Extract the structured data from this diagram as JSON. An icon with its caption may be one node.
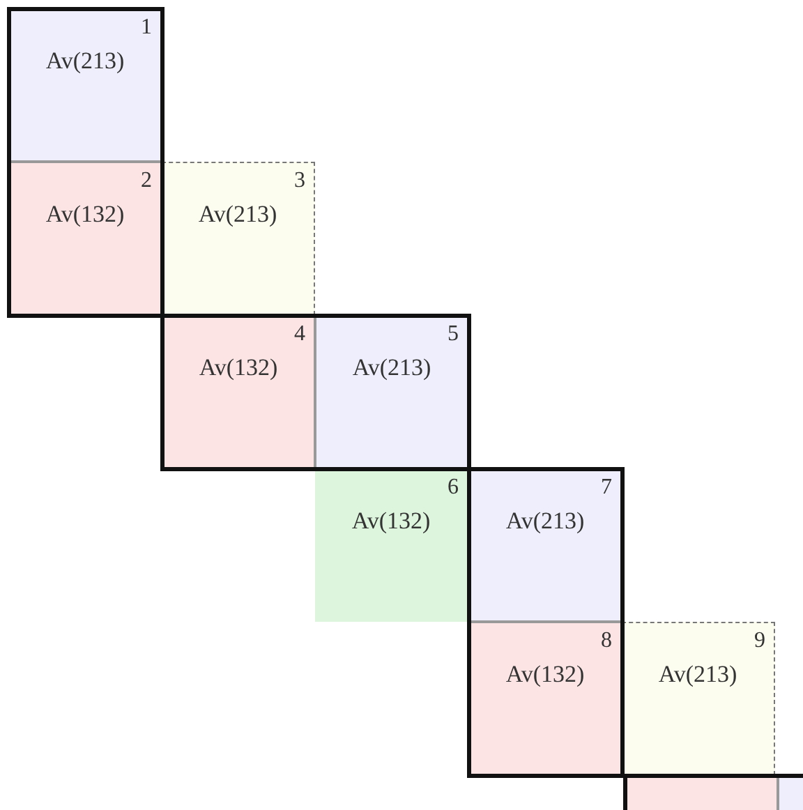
{
  "diagram": {
    "nodes": [
      {
        "text": [
          "1",
          "Av(213)"
        ]
      },
      {
        "text": [
          "2",
          "Av(132)"
        ]
      },
      {
        "text": [
          "3",
          "Av(213)"
        ]
      },
      {
        "text": [
          "4",
          "Av(132)"
        ]
      },
      {
        "text": [
          "5",
          "Av(213)"
        ]
      },
      {
        "text": [
          "6",
          "Av(132)"
        ]
      },
      {
        "text": [
          "7",
          "Av(213)"
        ]
      },
      {
        "text": [
          "8",
          "Av(132)"
        ]
      },
      {
        "text": [
          "9",
          "Av(213)"
        ]
      },
      {
        "text": [],
        "shape": "box"
      },
      {
        "text": [],
        "shape": "box"
      }
    ]
  }
}
